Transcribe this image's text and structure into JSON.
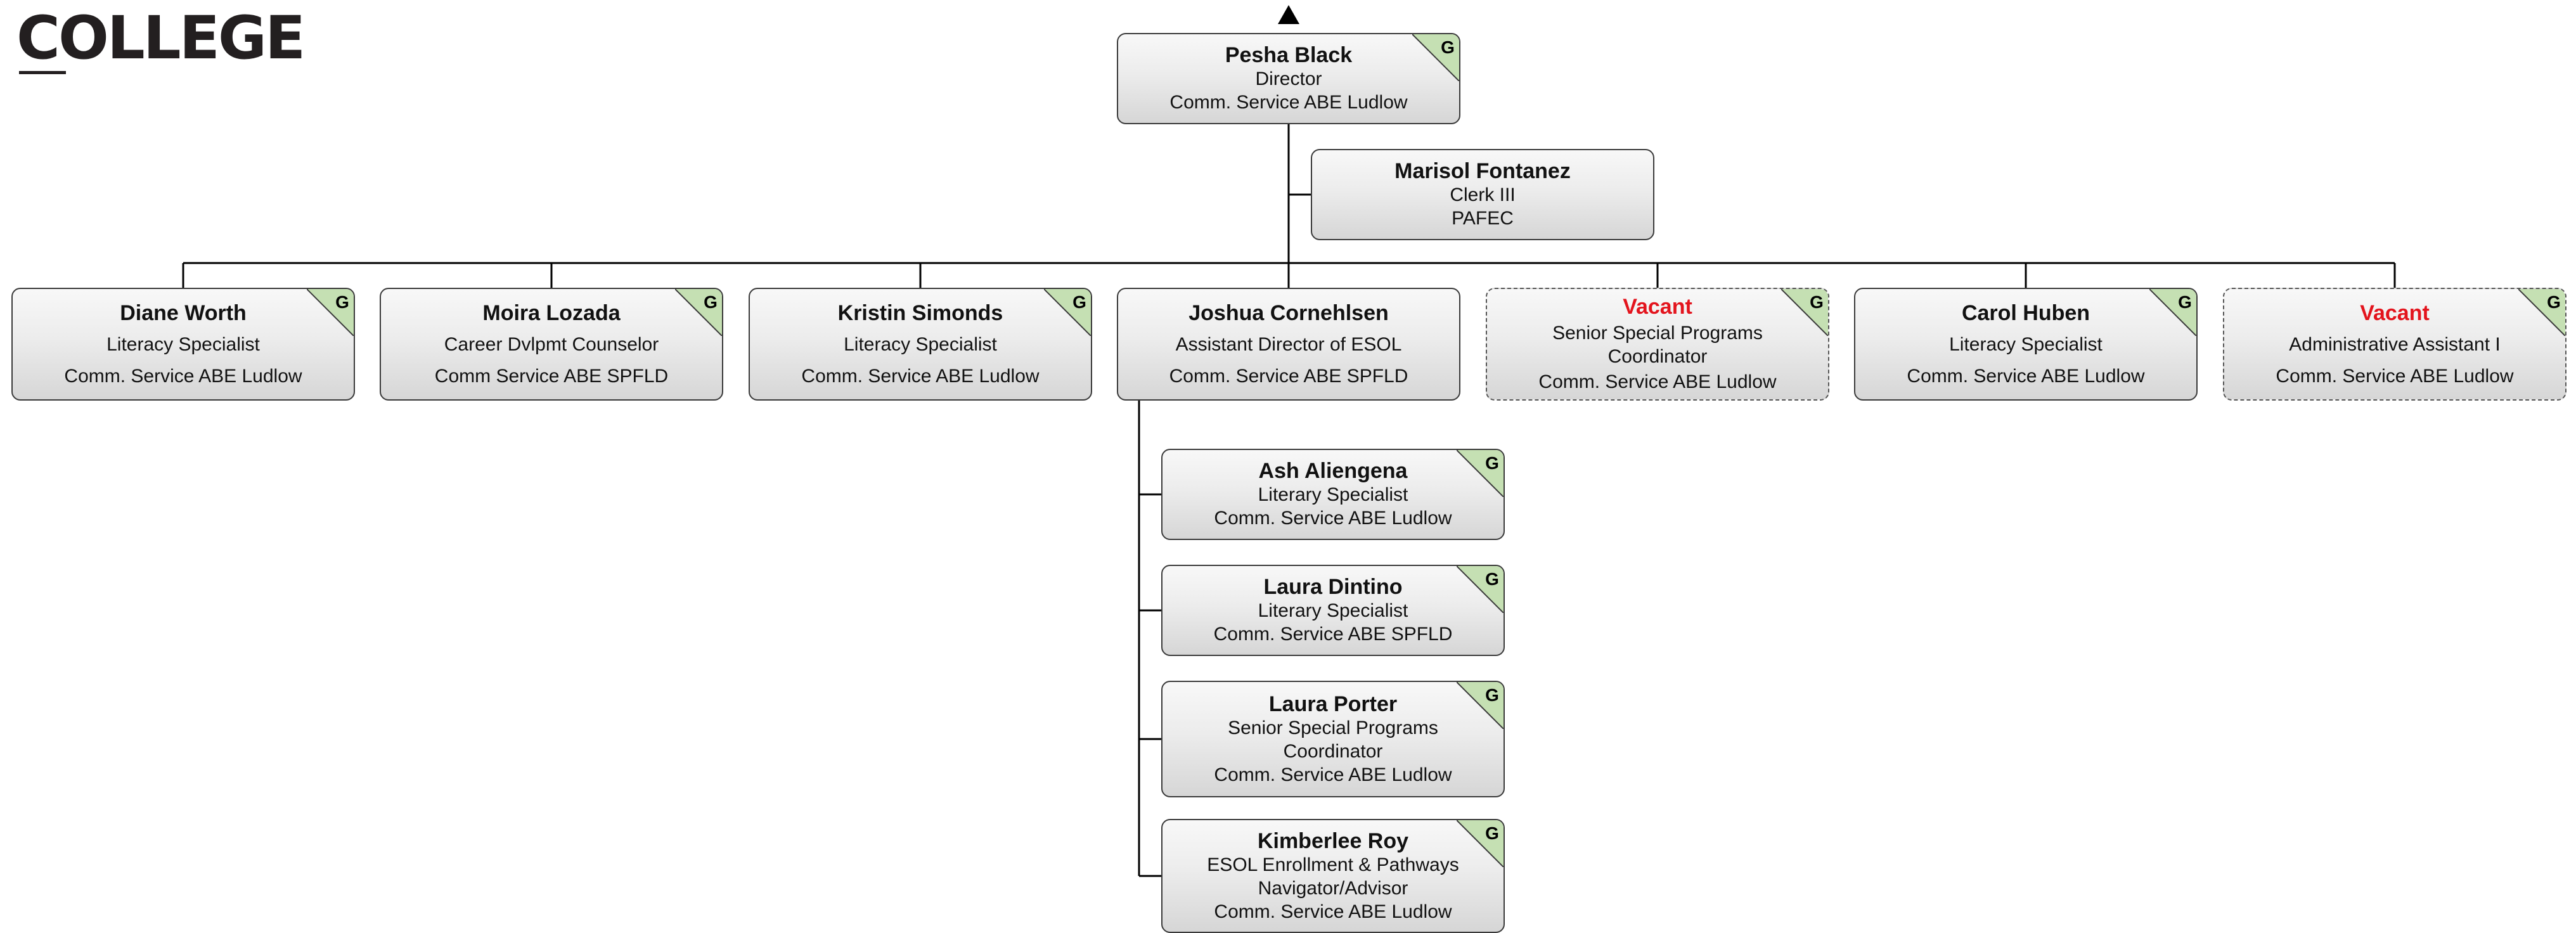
{
  "logo": {
    "text": "COLLEGE"
  },
  "badge_letter": "G",
  "colors": {
    "badge_fill": "#c5e0b3",
    "vacant_text": "#e3141d",
    "connector": "#000000"
  },
  "nav_arrow_icon": "up-arrow-icon",
  "director": {
    "name": "Pesha Black",
    "title": "Director",
    "dept": "Comm. Service ABE Ludlow",
    "badge": true
  },
  "assistant": {
    "name": "Marisol Fontanez",
    "title": "Clerk III",
    "dept": "PAFEC",
    "badge": false
  },
  "reports": [
    {
      "name": "Diane Worth",
      "title": "Literacy Specialist",
      "dept": "Comm. Service ABE Ludlow",
      "badge": true,
      "vacant": false
    },
    {
      "name": "Moira Lozada",
      "title": "Career Dvlpmt Counselor",
      "dept": "Comm Service ABE SPFLD",
      "badge": true,
      "vacant": false
    },
    {
      "name": "Kristin Simonds",
      "title": "Literacy Specialist",
      "dept": "Comm. Service ABE Ludlow",
      "badge": true,
      "vacant": false
    },
    {
      "name": "Joshua Cornehlsen",
      "title": "Assistant Director of ESOL",
      "dept": "Comm. Service ABE SPFLD",
      "badge": false,
      "vacant": false
    },
    {
      "name": "Vacant",
      "title": "Senior Special Programs Coordinator",
      "dept": "Comm. Service ABE Ludlow",
      "badge": true,
      "vacant": true
    },
    {
      "name": "Carol Huben",
      "title": "Literacy Specialist",
      "dept": "Comm. Service ABE Ludlow",
      "badge": true,
      "vacant": false
    },
    {
      "name": "Vacant",
      "title": "Administrative Assistant I",
      "dept": "Comm. Service ABE Ludlow",
      "badge": true,
      "vacant": true
    }
  ],
  "esol_team": [
    {
      "name": "Ash Aliengena",
      "title": "Literary Specialist",
      "dept": "Comm. Service ABE Ludlow",
      "badge": true
    },
    {
      "name": "Laura Dintino",
      "title": "Literary Specialist",
      "dept": "Comm. Service ABE SPFLD",
      "badge": true
    },
    {
      "name": "Laura Porter",
      "title": "Senior Special Programs Coordinator",
      "dept": "Comm. Service ABE Ludlow",
      "badge": true
    },
    {
      "name": "Kimberlee Roy",
      "title": "ESOL Enrollment & Pathways Navigator/Advisor",
      "dept": "Comm. Service ABE Ludlow",
      "badge": true
    }
  ]
}
